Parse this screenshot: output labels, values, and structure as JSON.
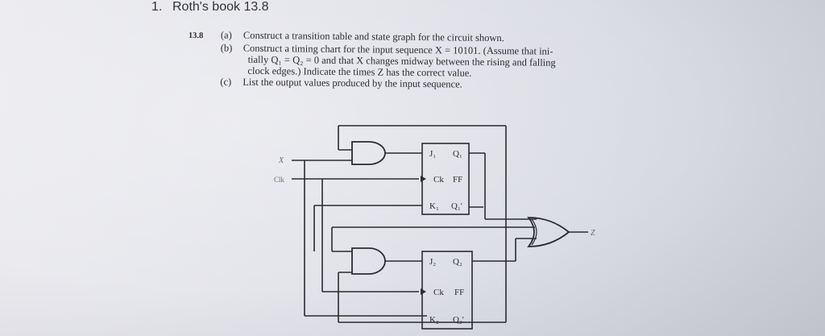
{
  "heading": {
    "number": "1.",
    "title": "Roth's book 13.8"
  },
  "problem": {
    "number": "13.8",
    "part_a_label": "(a)",
    "part_a_text": "Construct a transition table and state graph for the circuit shown.",
    "part_b_label": "(b)",
    "part_b_line1": "Construct a timing chart for the input sequence X = 10101. (Assume that ini-",
    "part_b_line2": "tially Q₁ = Q₂ = 0 and that X changes midway between the rising and falling",
    "part_b_line3": "clock edges.) Indicate the times Z has the correct value.",
    "part_c_label": "(c)",
    "part_c_text": "List the output values produced by the input sequence."
  },
  "circuit": {
    "input_x": "X",
    "input_clk": "Clk",
    "output_z": "Z",
    "ff1": {
      "j": "J₁",
      "q": "Q₁",
      "ck": "Ck",
      "ff": "FF",
      "k": "K₁",
      "qbar": "Q₁'"
    },
    "ff2": {
      "j": "J₂",
      "q": "Q₂",
      "ck": "Ck",
      "ff": "FF",
      "k": "K₂",
      "qbar": "Q₂'"
    }
  }
}
